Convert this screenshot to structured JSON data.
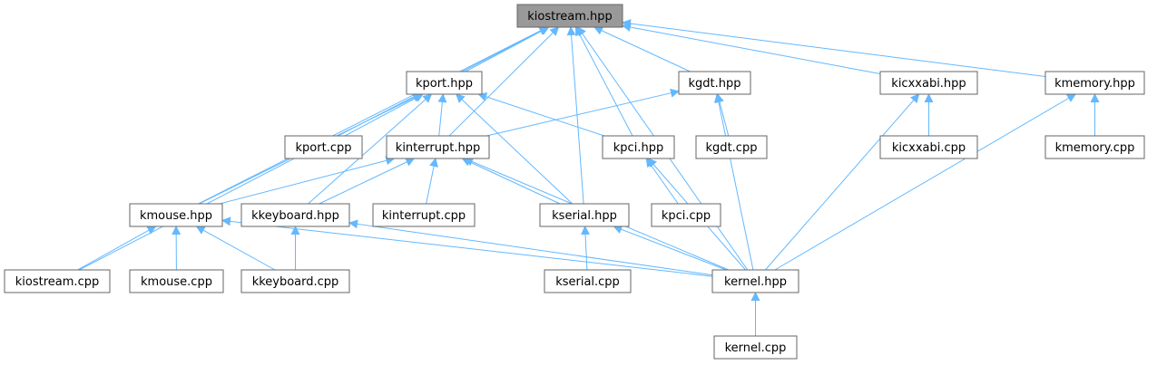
{
  "diagram": {
    "colors": {
      "edge": "#63b8ff",
      "node_border": "#666666",
      "root_fill": "#999999",
      "node_fill": "#ffffff"
    },
    "nodes": {
      "kiostream_hpp": "kiostream.hpp",
      "kport_hpp": "kport.hpp",
      "kgdt_hpp": "kgdt.hpp",
      "kicxxabi_hpp": "kicxxabi.hpp",
      "kmemory_hpp": "kmemory.hpp",
      "kport_cpp": "kport.cpp",
      "kinterrupt_hpp": "kinterrupt.hpp",
      "kpci_hpp": "kpci.hpp",
      "kgdt_cpp": "kgdt.cpp",
      "kicxxabi_cpp": "kicxxabi.cpp",
      "kmemory_cpp": "kmemory.cpp",
      "kmouse_hpp": "kmouse.hpp",
      "kkeyboard_hpp": "kkeyboard.hpp",
      "kinterrupt_cpp": "kinterrupt.cpp",
      "kserial_hpp": "kserial.hpp",
      "kpci_cpp": "kpci.cpp",
      "kiostream_cpp": "kiostream.cpp",
      "kmouse_cpp": "kmouse.cpp",
      "kkeyboard_cpp": "kkeyboard.cpp",
      "kserial_cpp": "kserial.cpp",
      "kernel_hpp": "kernel.hpp",
      "kernel_cpp": "kernel.cpp"
    },
    "root": "kiostream_hpp",
    "edges": [
      [
        "kport_hpp",
        "kiostream_hpp"
      ],
      [
        "kgdt_hpp",
        "kiostream_hpp"
      ],
      [
        "kicxxabi_hpp",
        "kiostream_hpp"
      ],
      [
        "kmemory_hpp",
        "kiostream_hpp"
      ],
      [
        "kinterrupt_hpp",
        "kiostream_hpp"
      ],
      [
        "kpci_hpp",
        "kiostream_hpp"
      ],
      [
        "kmouse_hpp",
        "kiostream_hpp"
      ],
      [
        "kserial_hpp",
        "kiostream_hpp"
      ],
      [
        "kiostream_cpp",
        "kiostream_hpp"
      ],
      [
        "kernel_hpp",
        "kiostream_hpp"
      ],
      [
        "kport_cpp",
        "kport_hpp"
      ],
      [
        "kinterrupt_hpp",
        "kport_hpp"
      ],
      [
        "kpci_hpp",
        "kport_hpp"
      ],
      [
        "kmouse_hpp",
        "kport_hpp"
      ],
      [
        "kkeyboard_hpp",
        "kport_hpp"
      ],
      [
        "kserial_hpp",
        "kport_hpp"
      ],
      [
        "kinterrupt_hpp",
        "kgdt_hpp"
      ],
      [
        "kgdt_cpp",
        "kgdt_hpp"
      ],
      [
        "kernel_hpp",
        "kgdt_hpp"
      ],
      [
        "kicxxabi_cpp",
        "kicxxabi_hpp"
      ],
      [
        "kernel_hpp",
        "kicxxabi_hpp"
      ],
      [
        "kmemory_cpp",
        "kmemory_hpp"
      ],
      [
        "kernel_hpp",
        "kmemory_hpp"
      ],
      [
        "kmouse_hpp",
        "kinterrupt_hpp"
      ],
      [
        "kkeyboard_hpp",
        "kinterrupt_hpp"
      ],
      [
        "kinterrupt_cpp",
        "kinterrupt_hpp"
      ],
      [
        "kserial_hpp",
        "kinterrupt_hpp"
      ],
      [
        "kernel_hpp",
        "kinterrupt_hpp"
      ],
      [
        "kpci_cpp",
        "kpci_hpp"
      ],
      [
        "kernel_hpp",
        "kpci_hpp"
      ],
      [
        "kiostream_cpp",
        "kmouse_hpp"
      ],
      [
        "kmouse_cpp",
        "kmouse_hpp"
      ],
      [
        "kkeyboard_cpp",
        "kmouse_hpp"
      ],
      [
        "kernel_hpp",
        "kmouse_hpp"
      ],
      [
        "kkeyboard_cpp",
        "kkeyboard_hpp"
      ],
      [
        "kernel_hpp",
        "kkeyboard_hpp"
      ],
      [
        "kserial_cpp",
        "kserial_hpp"
      ],
      [
        "kernel_hpp",
        "kserial_hpp"
      ],
      [
        "kernel_cpp",
        "kernel_hpp"
      ]
    ]
  }
}
